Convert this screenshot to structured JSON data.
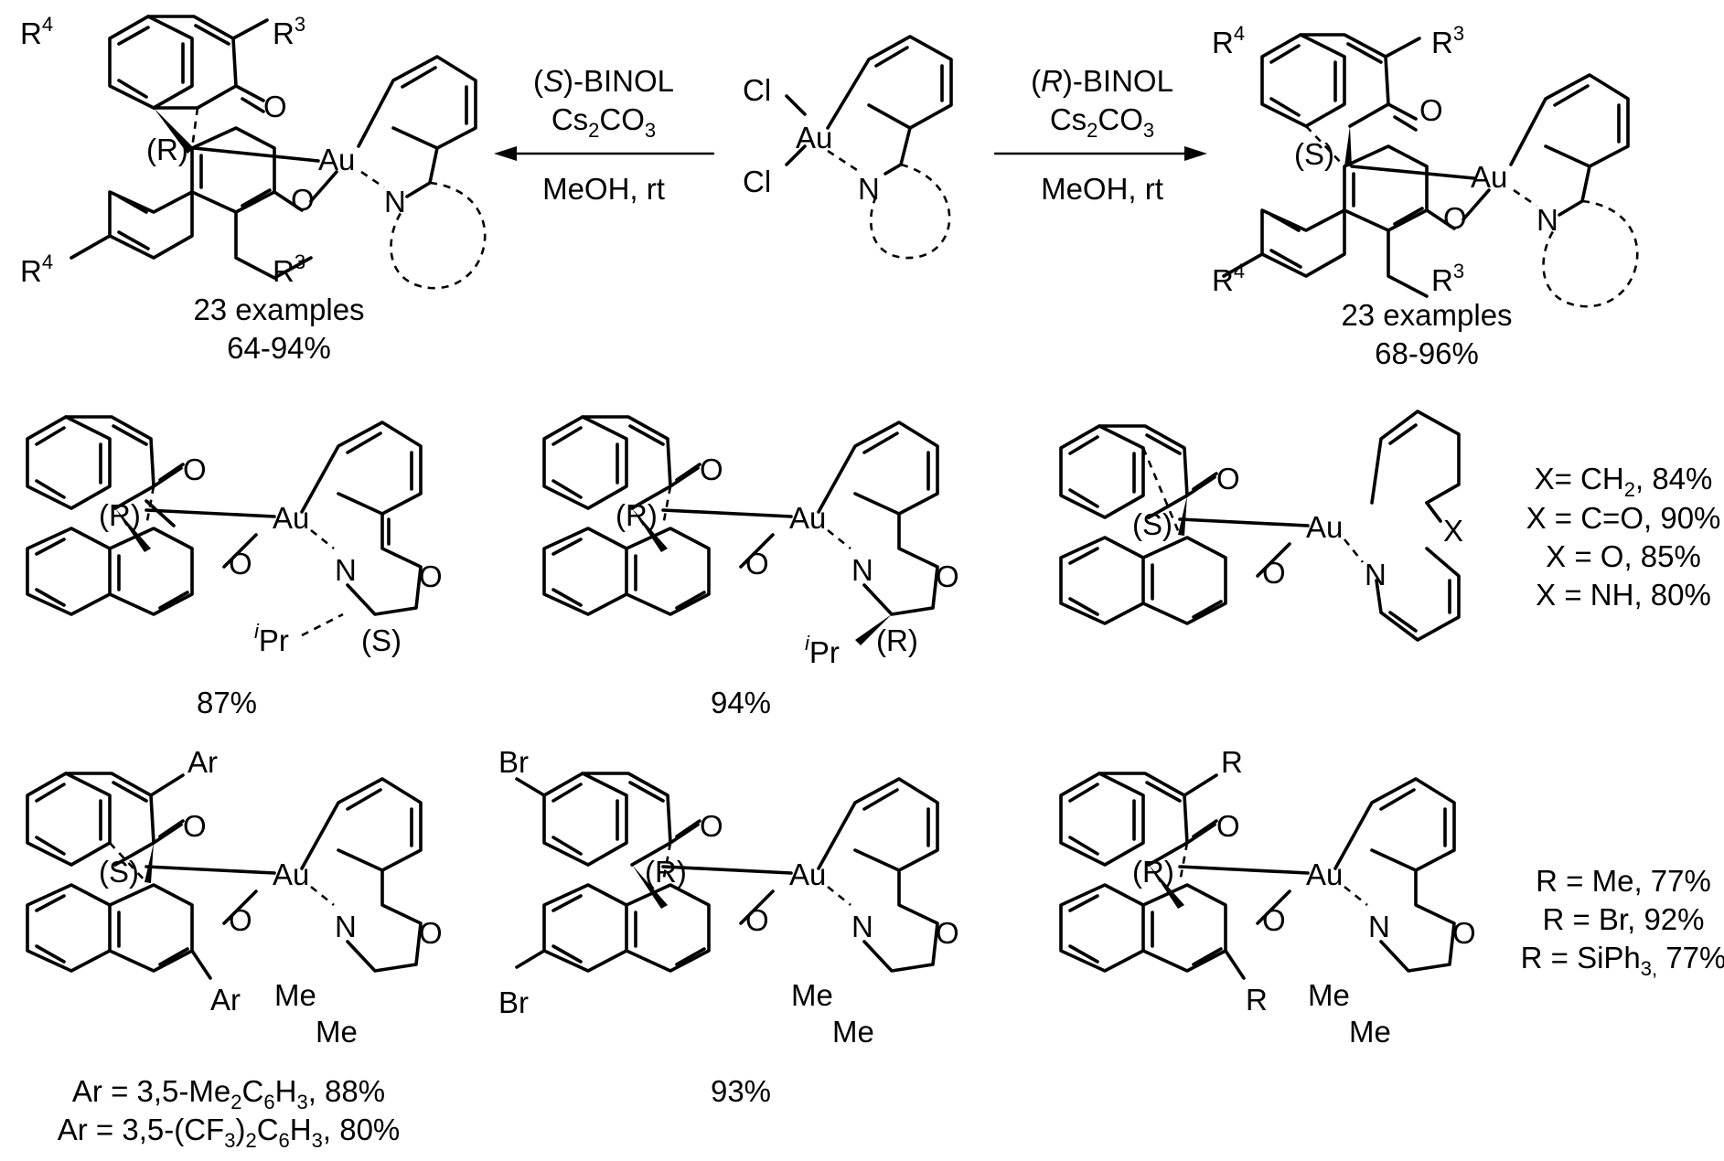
{
  "reaction_top": {
    "left_reagents": {
      "line1_prefix": "(",
      "line1_chiral": "S",
      "line1_suffix": ")-BINOL",
      "line2": "Cs",
      "line2_sub": "2",
      "line2_tail": "CO",
      "line2_sub2": "3",
      "line3": "MeOH, rt"
    },
    "right_reagents": {
      "line1_prefix": "(",
      "line1_chiral": "R",
      "line1_suffix": ")-BINOL",
      "line2": "Cs",
      "line2_sub": "2",
      "line2_tail": "CO",
      "line2_sub2": "3",
      "line3": "MeOH, rt"
    },
    "left_product": {
      "stereo": "(R)",
      "examples": "23 examples",
      "yield": "64-94%"
    },
    "right_product": {
      "stereo": "(S)",
      "examples": "23 examples",
      "yield": "68-96%"
    },
    "start": {
      "cl1": "Cl",
      "cl2": "Cl",
      "metal": "Au",
      "n": "N"
    }
  },
  "atoms": {
    "au": "Au",
    "o": "O",
    "n": "N",
    "r3": "R",
    "r4": "R",
    "r3_sup": "3",
    "r4_sup": "4",
    "ipr_pre": "i",
    "ipr": "Pr",
    "me": "Me",
    "br": "Br",
    "ar": "Ar",
    "r": "R",
    "x": "X"
  },
  "row2": {
    "c1": {
      "stereo": "(R)",
      "n_stereo": "(S)",
      "yield": "87%"
    },
    "c2": {
      "stereo": "(R)",
      "n_stereo": "(R)",
      "yield": "94%"
    },
    "c3": {
      "stereo": "(S)",
      "notes": [
        "X= CH",
        "X = C=O, 90%",
        "X = O, 85%",
        "X = NH, 80%"
      ],
      "note1_sub": "2",
      "note1_tail": ", 84%"
    }
  },
  "row3": {
    "c1": {
      "stereo": "(S)",
      "line1": "Ar = 3,5-Me",
      "line1_sub1": "2",
      "line1_mid": "C",
      "line1_sub2": "6",
      "line1_mid2": "H",
      "line1_sub3": "3",
      "line1_tail": ", 88%",
      "line2": "Ar = 3,5-(CF",
      "line2_sub1": "3",
      "line2_mid": ")",
      "line2_sub2": "2",
      "line2_mid2": "C",
      "line2_sub3": "6",
      "line2_mid3": "H",
      "line2_sub4": "3",
      "line2_tail": ", 80%"
    },
    "c2": {
      "stereo": "(R)",
      "yield": "93%"
    },
    "c3": {
      "stereo": "(R)",
      "notes": [
        "R = Me, 77%",
        "R = Br, 92%",
        "R = SiPh"
      ],
      "note3_sub": "3,",
      "note3_tail": " 77%"
    }
  }
}
